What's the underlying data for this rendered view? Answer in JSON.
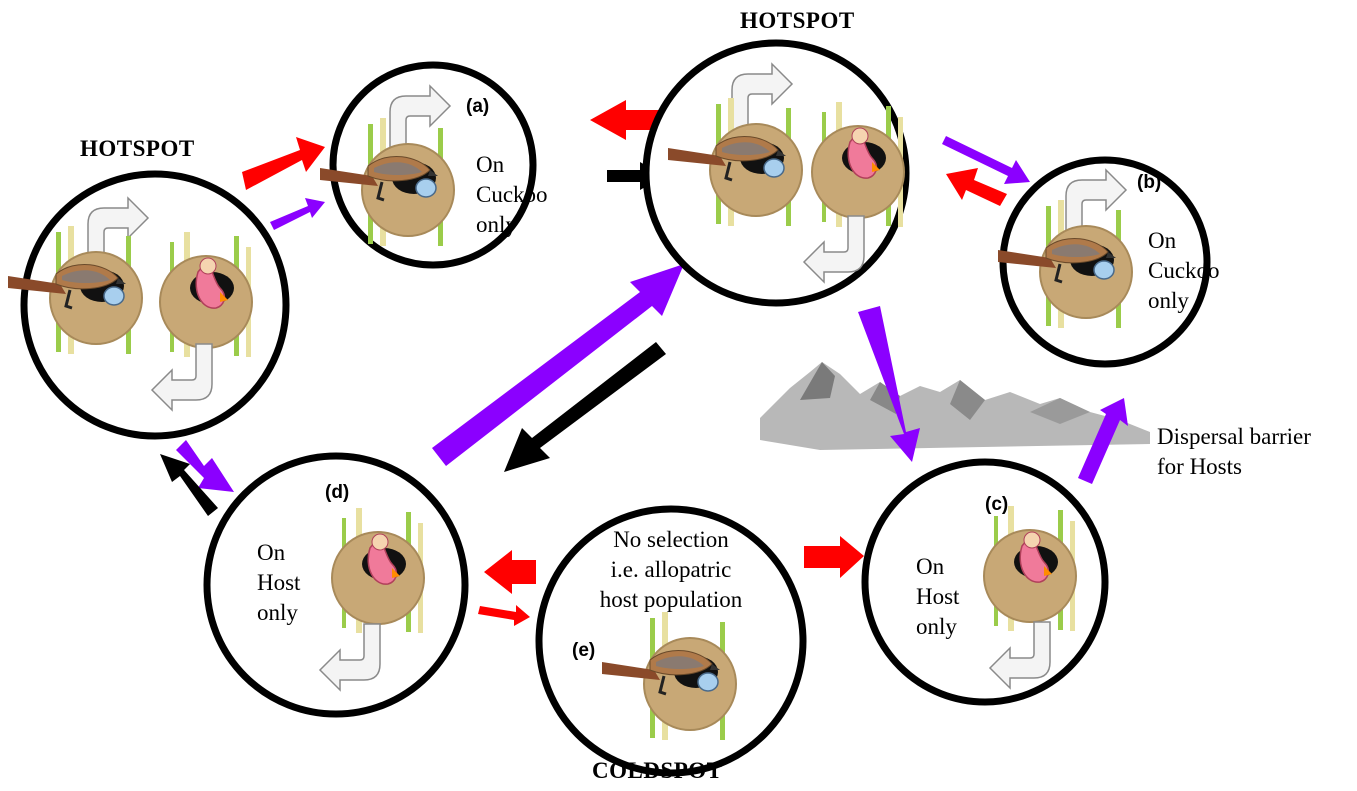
{
  "hotspot_left": "HOTSPOT",
  "hotspot_top": "HOTSPOT",
  "coldspot": "COLDSPOT",
  "panel_a": {
    "letter": "(a)",
    "line1": "On",
    "line2": "Cuckoo",
    "line3": "only"
  },
  "panel_b": {
    "letter": "(b)",
    "line1": "On",
    "line2": "Cuckoo",
    "line3": "only"
  },
  "panel_c": {
    "letter": "(c)",
    "line1": "On",
    "line2": "Host",
    "line3": "only"
  },
  "panel_d": {
    "letter": "(d)",
    "line1": "On",
    "line2": "Host",
    "line3": "only"
  },
  "panel_e": {
    "letter": "(e)",
    "line1": "No selection",
    "line2": "i.e. allopatric",
    "line3": "host population"
  },
  "barrier": {
    "line1": "Dispersal barrier",
    "line2": "for Hosts"
  },
  "colors": {
    "red_arrow": "#ff0000",
    "purple_arrow": "#8b00ff",
    "black_arrow": "#000000",
    "nest": "#c8a876",
    "nest_dark": "#8a6a40",
    "reed": "#9bcc4a",
    "reed_pale": "#e8e0a0",
    "chick": "#f07a9a",
    "bird_body": "#b07a4a",
    "bird_wing": "#8a7a70",
    "egg": "#a8cfee",
    "mountain": "#9a9a9a"
  }
}
